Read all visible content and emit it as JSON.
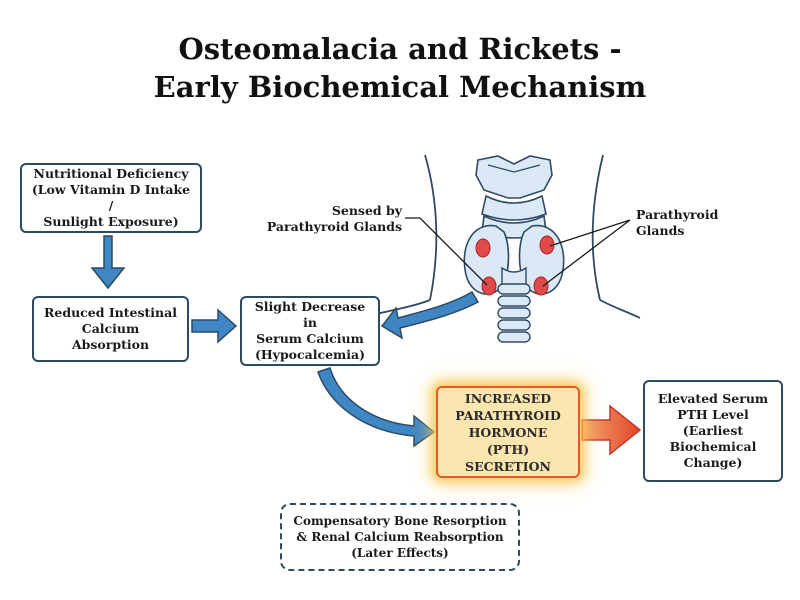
{
  "title": {
    "line1": "Osteomalacia and Rickets -",
    "line2": "Early Biochemical Mechanism"
  },
  "boxes": {
    "nutritional_deficiency": "Nutritional Deficiency\n(Low Vitamin D Intake /\nSunlight Exposure)",
    "reduced_absorption": "Reduced Intestinal\nCalcium Absorption",
    "hypocalcemia": "Slight Decrease in\nSerum Calcium\n(Hypocalcemia)",
    "pth_secretion": "INCREASED\nPARATHYROID\nHORMONE (PTH)\nSECRETION",
    "elevated_pth": "Elevated Serum\nPTH Level\n(Earliest\nBiochemical\nChange)",
    "compensatory": "Compensatory Bone Resorption\n& Renal Calcium Reabsorption\n(Later Effects)"
  },
  "labels": {
    "sensed_by": "Sensed by\nParathyroid Glands",
    "parathyroid_glands": "Parathyroid\nGlands"
  },
  "colors": {
    "box_border": "#2e4a63",
    "arrow_blue": "#3f86c4",
    "highlight_fill": "#fbe6b0",
    "highlight_border": "#e35a2a",
    "gland_red": "#e04a4a",
    "anatomy_fill": "#dbe9f7"
  }
}
